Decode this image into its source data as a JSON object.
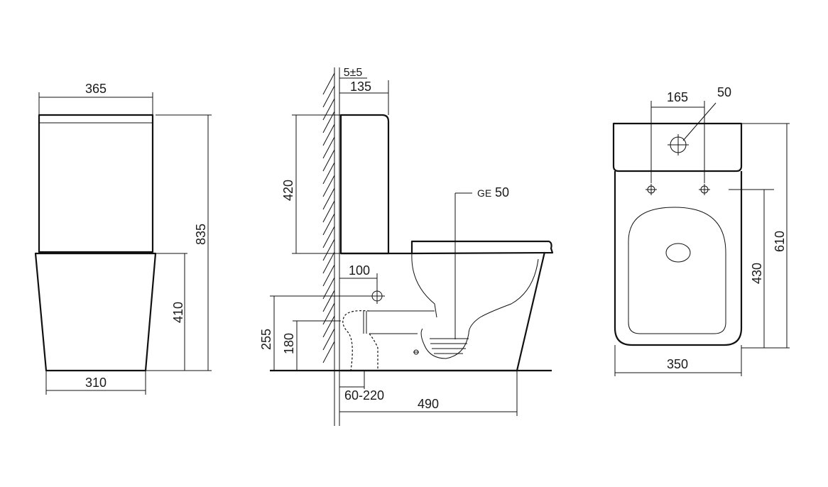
{
  "front_view": {
    "width_top": "365",
    "width_bottom": "310",
    "height_total": "835",
    "height_bowl": "410"
  },
  "side_view": {
    "wall_gap": "5±5",
    "tank_depth": "135",
    "tank_height": "420",
    "inlet_offset": "100",
    "inlet_height": "255",
    "outlet_height": "180",
    "outlet_range": "60-220",
    "depth": "490",
    "outlet_label": "GE",
    "outlet_diameter": "50"
  },
  "top_view": {
    "bolt_spacing": "165",
    "hole_diameter": "50",
    "length": "610",
    "bowl_length": "430",
    "width": "350"
  }
}
